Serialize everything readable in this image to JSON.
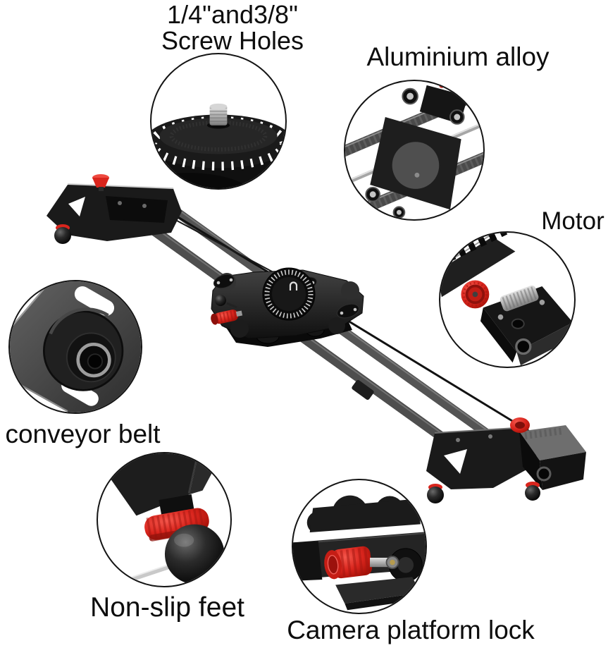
{
  "page": {
    "description": "Motorized carbon fiber camera slider — annotated feature callouts on white background"
  },
  "colors": {
    "accent_red": "#d9251d",
    "text": "#0d0d0d",
    "circle_border": "#141414",
    "background": "#ffffff"
  },
  "callouts": {
    "screw_holes": {
      "label_line1": "1/4\"and3/8\"",
      "label_line2": "Screw Holes"
    },
    "aluminium": {
      "label": "Aluminium alloy"
    },
    "motor": {
      "label": "Motor"
    },
    "conveyor_belt": {
      "label": "conveyor belt"
    },
    "non_slip_feet": {
      "label": "Non-slip feet"
    },
    "camera_platform_lock": {
      "label": "Camera platform lock"
    }
  }
}
